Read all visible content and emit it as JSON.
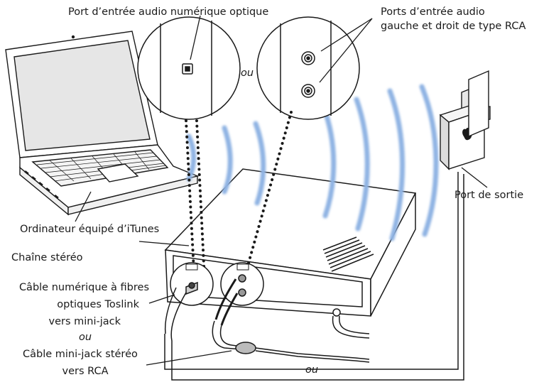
{
  "labels": {
    "optical_port": "Port d’entrée audio numérique optique",
    "rca_ports_line1": "Ports d’entrée audio",
    "rca_ports_line2": "gauche et droit de type RCA",
    "or_between_ports": "ou",
    "output_port": "Port de sortie",
    "computer": "Ordinateur équipé d’iTunes",
    "stereo": "Chaîne stéréo",
    "toslink_line1": "Câble numérique à fibres",
    "toslink_line2": "optiques Toslink",
    "toslink_line3": "vers mini-jack",
    "or_between_cables": "ou",
    "minijack_line1": "Câble mini-jack stéréo",
    "minijack_line2": "vers RCA",
    "or_bottom": "ou"
  },
  "colors": {
    "line": "#1a1a1a",
    "wave": "#8fb3e3",
    "background": "#ffffff"
  }
}
